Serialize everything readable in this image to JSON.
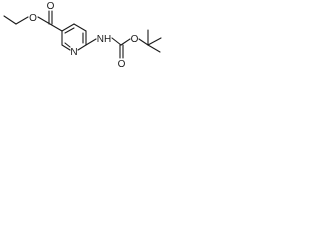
{
  "molecule": {
    "atoms": {
      "ester_o_ether": "O",
      "ester_o_carbonyl": "O",
      "ring_n": "N",
      "amide_nh": "NH",
      "carbamate_o_carbonyl": "O",
      "carbamate_o_ether": "O"
    },
    "colors": {
      "bond": "#1a1a1a",
      "label": "#1a1a1a",
      "background": "#ffffff"
    }
  }
}
